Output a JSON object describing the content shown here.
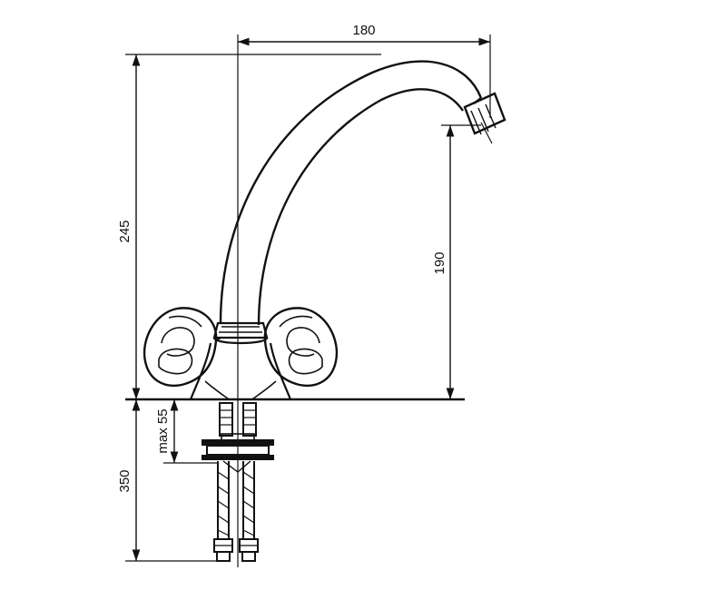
{
  "dimensions": {
    "spout_reach": "180",
    "total_height": "245",
    "spout_clearance": "190",
    "max_deck_thickness": "max 55",
    "hose_length": "350"
  },
  "colors": {
    "line": "#111111",
    "background": "#ffffff"
  }
}
